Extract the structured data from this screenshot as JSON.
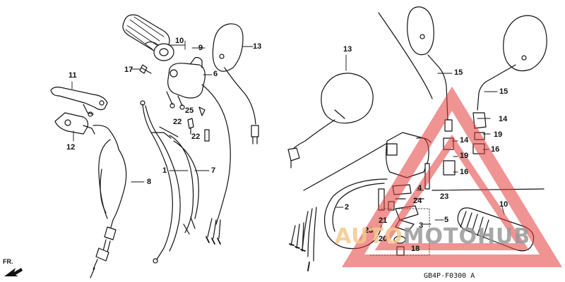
{
  "diagram_code": "GB4P-F0300 A",
  "front_indicator": "FR.",
  "watermark": {
    "part1": "AUTO",
    "part2": "MOTO",
    "part3": "HUB",
    "color_accent": "#e23b3b"
  },
  "callouts": {
    "c1": "1",
    "c2": "2",
    "c3": "3",
    "c4": "4",
    "c5": "5",
    "c6": "6",
    "c7": "7",
    "c8": "8",
    "c9": "9",
    "c10": "10",
    "c10b": "10",
    "c11": "11",
    "c12": "12",
    "c13a": "13",
    "c13b": "13",
    "c14a": "14",
    "c14b": "14",
    "c15a": "15",
    "c15b": "15",
    "c16a": "16",
    "c16b": "16",
    "c17": "17",
    "c18": "18",
    "c19a": "19",
    "c19b": "19",
    "c20": "20",
    "c21": "21",
    "c22a": "22",
    "c22b": "22",
    "c23a": "23",
    "c23b": "23",
    "c24": "24",
    "c25": "25"
  }
}
